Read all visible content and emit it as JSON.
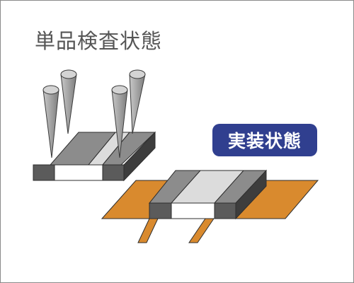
{
  "labels": {
    "standalone_title": "単品検査状態",
    "mounted_badge": "実装状態"
  },
  "colors": {
    "electrode_front": "#5b5b5b",
    "electrode_top": "#8c8c8c",
    "electrode_side": "#3d3d3d",
    "body_front": "#ffffff",
    "body_top": "#dcdcdc",
    "probe": "#a3a3a3",
    "probe_edge": "#3a3a3a",
    "copper_trace": "#d98a2e",
    "badge_fill": "#303f8f",
    "title_text": "#555555"
  },
  "icons": [
    "probe-needle",
    "chip-component",
    "copper-trace"
  ]
}
